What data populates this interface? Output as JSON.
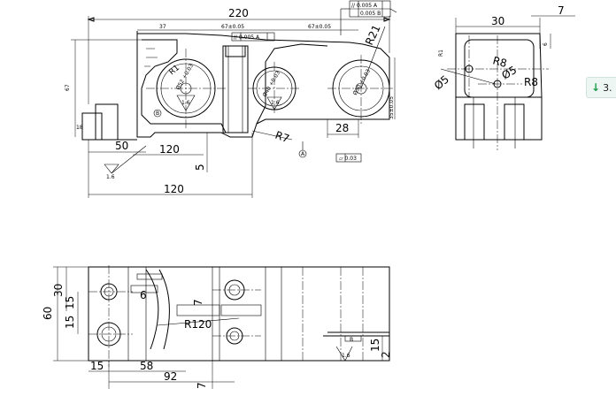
{
  "front_view": {
    "overall_width": "220",
    "width_37": "37",
    "spacing_a": "67±0.05",
    "spacing_b": "67±0.05",
    "tolerance_frame_1": "// 0.005 A",
    "tolerance_frame_top_1": "// 0.005 A",
    "tolerance_frame_top_2": "0.005 B",
    "radius_21": "R21",
    "height_67": "67",
    "radius_1": "R1",
    "radius_7": "R7",
    "dim_28": "28",
    "dim_50": "50",
    "dim_120_a": "120",
    "dim_120_b": "120",
    "dim_5": "5",
    "dim_18": "18",
    "roughness_16": "1.6",
    "roughness_16_b": "1.6",
    "roughness_16_c": "1.6",
    "datum_a": "A",
    "datum_b": "B",
    "flatness_frame": "▱ 0.03",
    "hole_label_1": "Ø52 +0.03",
    "hole_label_2": "Ø40 +0.03",
    "hole_label_3": "Ø30 +0.03",
    "side_label": "35±0.05"
  },
  "side_view": {
    "width_30": "30",
    "dim_7": "7",
    "dim_6": "6",
    "radius_8_a": "R8",
    "radius_8_b": "R8",
    "dia_5_a": "Ø5",
    "dia_5_b": "Ø5",
    "dim_r1": "R1"
  },
  "bottom_view": {
    "height_60": "60",
    "dim_30": "30",
    "dim_15_a": "15",
    "dim_15_b": "15",
    "dim_6": "6",
    "dim_7": "7",
    "radius_120": "R120",
    "dim_15_c": "15",
    "dim_58": "58",
    "dim_92": "92",
    "dim_7_b": "7",
    "dim_15_right": "15",
    "dim_2": "2",
    "roughness": "1.6",
    "note": "B"
  },
  "side_widget": {
    "label": "3.",
    "icon": "down-arrow-icon"
  }
}
